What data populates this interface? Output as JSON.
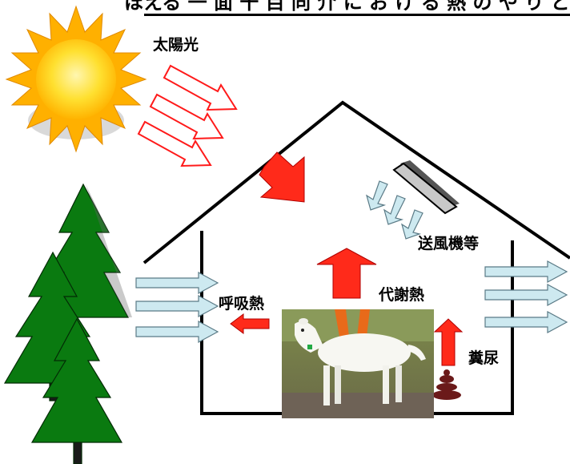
{
  "diagram": {
    "title": "ほえる 一 面 干 目 同 介 に お け る 熱 の や り と り",
    "labels": {
      "sunlight": "太陽光",
      "fan": "送風機等",
      "metabolic_heat": "代謝熱",
      "respiratory_heat": "呼吸熱",
      "manure": "糞尿"
    }
  },
  "colors": {
    "heat_arrow": "#ff2a1a",
    "air_arrow": "#cde9f0",
    "sun_body": "#ffd21a",
    "sun_rays": "#ffb000",
    "tree": "#0a7a10",
    "house_line": "#000000",
    "manure": "#6b1a1a"
  },
  "icons": [
    "sun-icon",
    "tree-icon",
    "fan-icon",
    "goat-photo",
    "manure-icon"
  ]
}
